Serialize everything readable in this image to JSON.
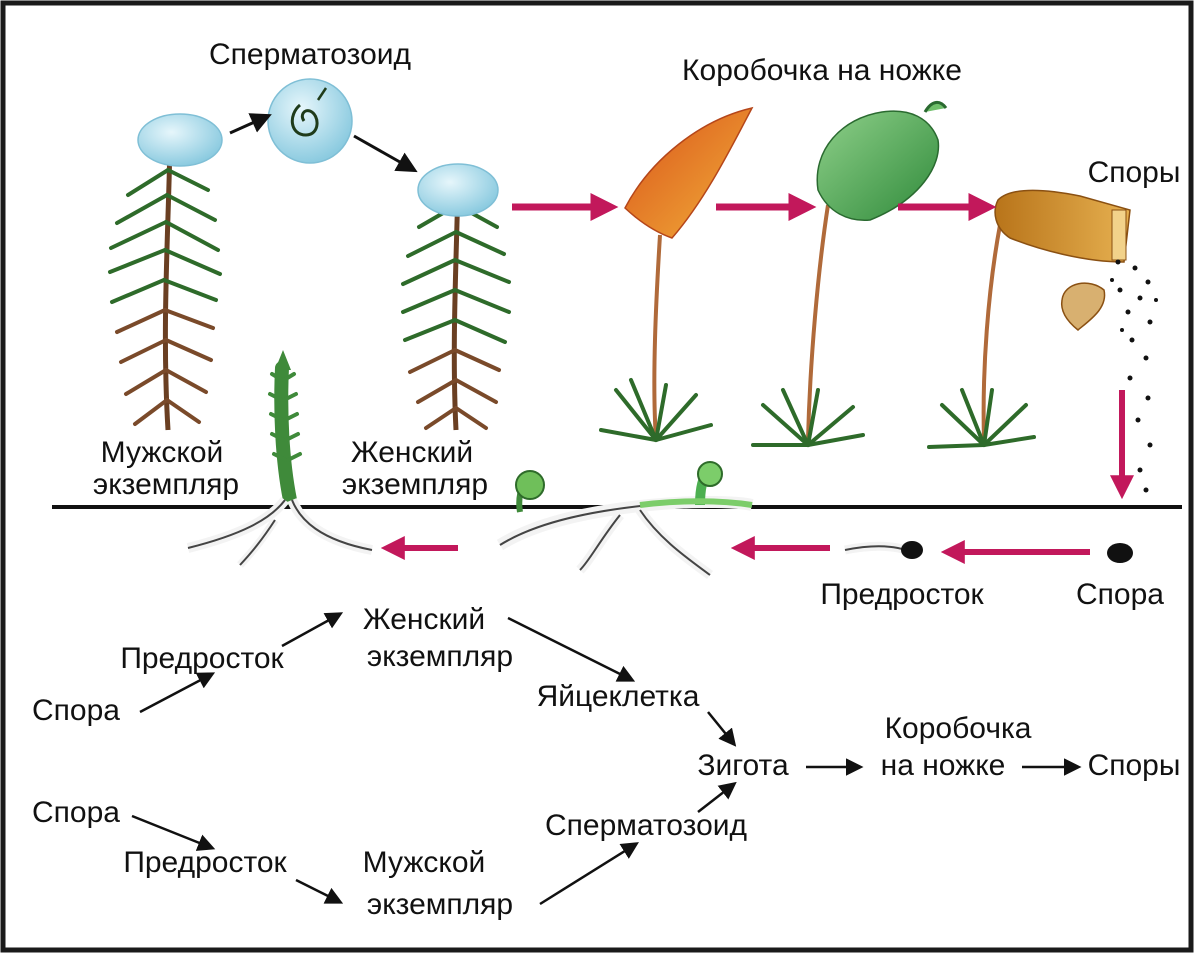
{
  "colors": {
    "frame": "#1a1a1a",
    "ground": "#111111",
    "red_arrow": "#c2185b",
    "black_arrow": "#111111",
    "moss_dark": "#2e6b2a",
    "moss_light": "#5aa84a",
    "moss_brown": "#7a4a2a",
    "droplet": "#a9dbea",
    "capsule_orange": "#e07a1a",
    "capsule_green": "#4caf50",
    "capsule_brown": "#c8881e",
    "seta": "#b06a3a"
  },
  "icons": [
    "moss-plant-icon",
    "sperm-droplet-icon",
    "capsule-icon",
    "spore-icon",
    "protonema-icon"
  ],
  "top": {
    "sperm": "Сперматозоид",
    "capsule": "Коробочка на ножке",
    "spores": "Споры",
    "male_1": "Мужской",
    "male_2": "экземпляр",
    "female_1": "Женский",
    "female_2": "экземпляр",
    "protonema": "Предросток",
    "spore": "Спора"
  },
  "scheme": {
    "female_1": "Женский",
    "female_2": "экземпляр",
    "protonema_top": "Предросток",
    "spore_top": "Спора",
    "egg": "Яйцеклетка",
    "zygote": "Зигота",
    "capsule_1": "Коробочка",
    "capsule_2": "на ножке",
    "spores": "Споры",
    "spore_bottom": "Спора",
    "sperm": "Сперматозоид",
    "protonema_bottom": "Предросток",
    "male_1": "Мужской",
    "male_2": "экземпляр"
  }
}
